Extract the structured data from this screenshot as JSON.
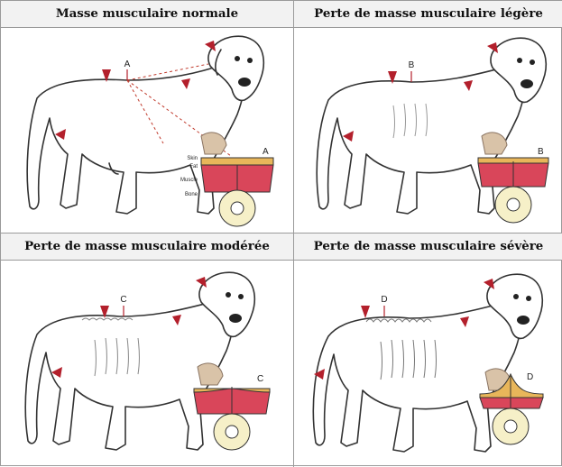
{
  "panels": [
    {
      "title": "Masse musculaire normale",
      "marker": "A",
      "inset_marker": "A",
      "layers": {
        "skin": "Skin",
        "fat": "Fat",
        "muscle": "Muscle",
        "bone": "Bone"
      }
    },
    {
      "title": "Perte de masse musculaire légère",
      "marker": "B",
      "inset_marker": "B"
    },
    {
      "title": "Perte de masse musculaire modérée",
      "marker": "C",
      "inset_marker": "C"
    },
    {
      "title": "Perte de masse musculaire sévère",
      "marker": "D",
      "inset_marker": "D"
    }
  ],
  "colors": {
    "arrow": "#b3202c",
    "muscle": "#d9465a",
    "fat": "#e8b65a",
    "bone": "#f6f0c8",
    "outline": "#333333",
    "finger": "#d9c3a8"
  }
}
